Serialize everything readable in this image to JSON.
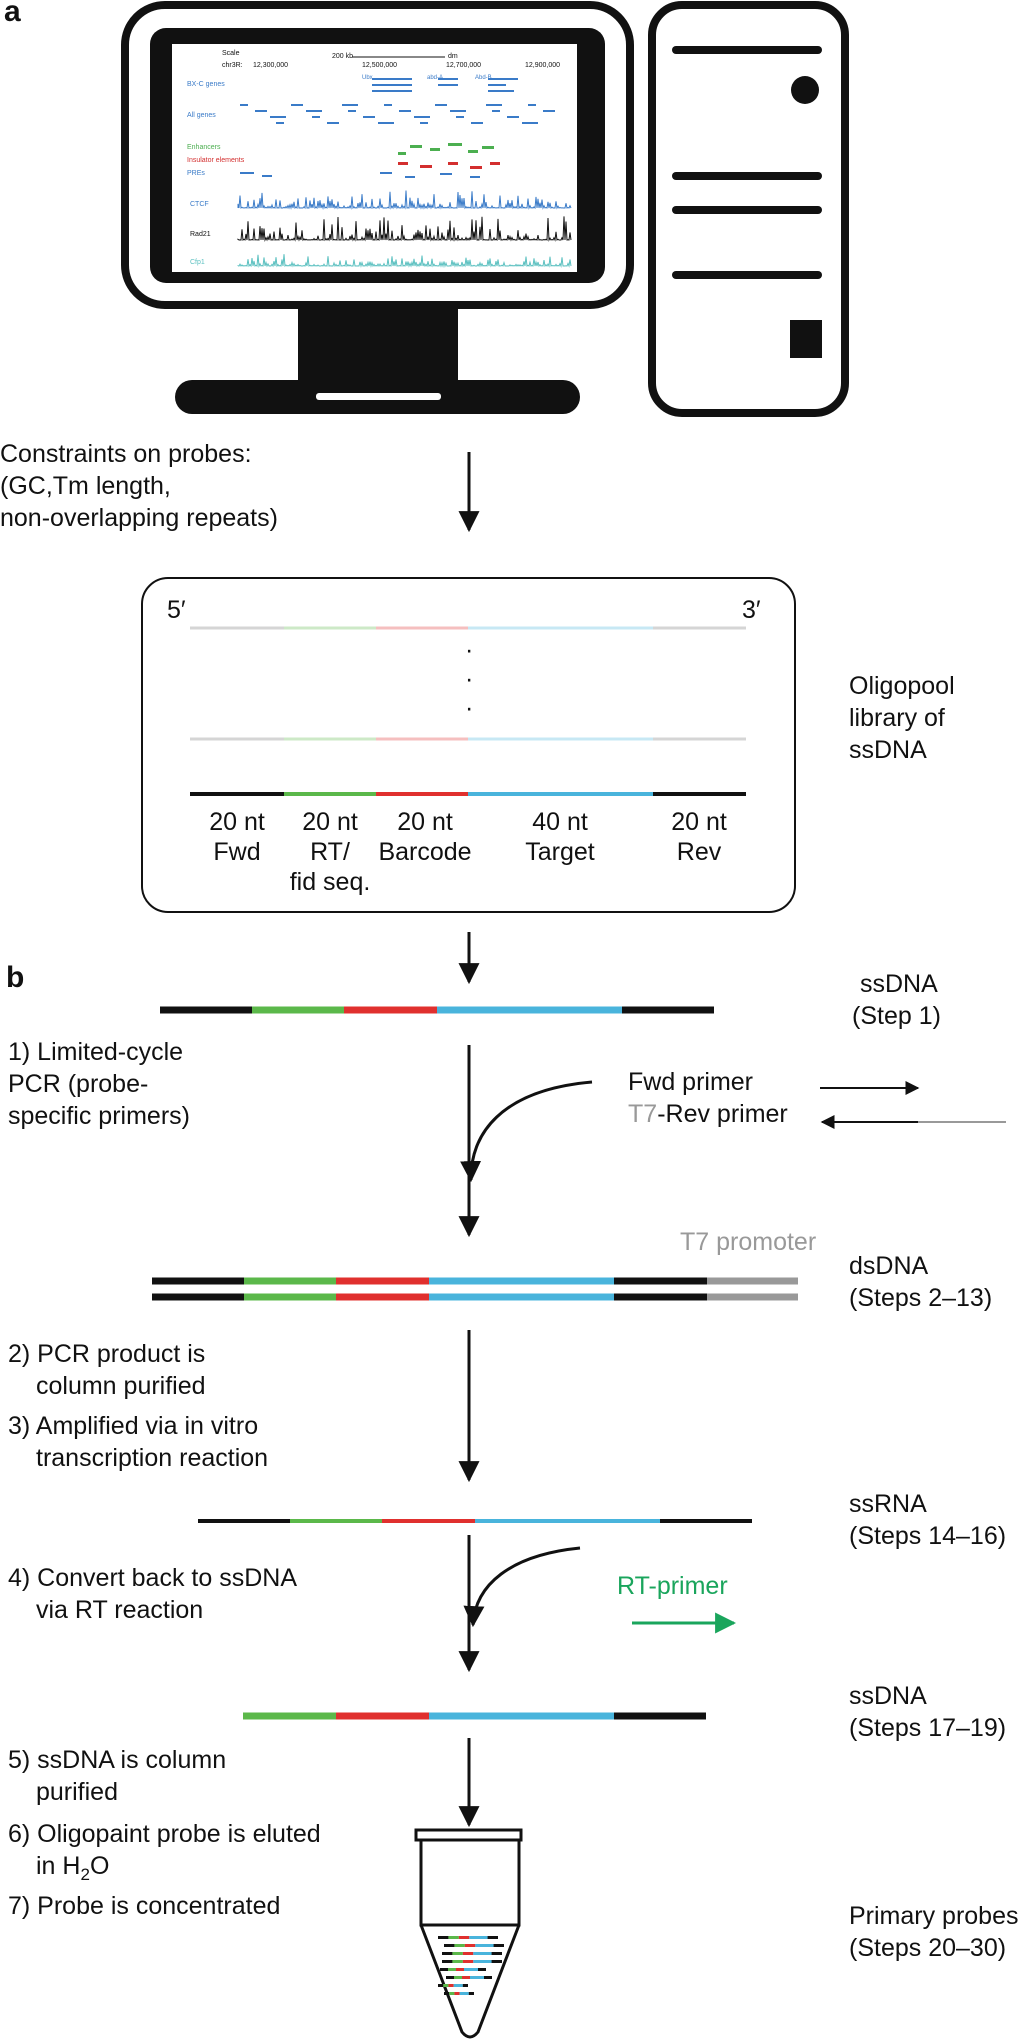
{
  "panels": {
    "a": "a",
    "b": "b"
  },
  "screen": {
    "scale_label": "Scale",
    "scale_value": "200 kb",
    "scale_unit": "dm",
    "chrom_label": "chr3R:",
    "pos1": "12,300,000",
    "pos2": "12,500,000",
    "pos3": "12,700,000",
    "pos4": "12,900,000",
    "tracks": [
      "BX-C genes",
      "All genes",
      "Enhancers",
      "Insulator elements",
      "PREs",
      "CTCF",
      "Rad21",
      "Cfp1"
    ],
    "genes": [
      "Ubx",
      "abd-A",
      "Abd-B"
    ]
  },
  "constraints": [
    "Constraints on probes:",
    "(GC,Tm length,",
    "non-overlapping repeats)"
  ],
  "oligo_box": {
    "five_prime": "5′",
    "three_prime": "3′",
    "ellipsis": [
      "·",
      "·",
      "·"
    ],
    "segments": [
      {
        "l1": "20 nt",
        "l2": "Fwd",
        "l3": ""
      },
      {
        "l1": "20 nt",
        "l2": "RT/",
        "l3": "fid seq."
      },
      {
        "l1": "20 nt",
        "l2": "Barcode",
        "l3": ""
      },
      {
        "l1": "40 nt",
        "l2": "Target",
        "l3": ""
      },
      {
        "l1": "20 nt",
        "l2": "Rev",
        "l3": ""
      }
    ],
    "side_label": [
      "Oligopool",
      "library of",
      "ssDNA"
    ]
  },
  "steps_left": {
    "s1": [
      "1) Limited-cycle",
      "PCR (probe-",
      "specific primers)"
    ],
    "s2": [
      "2) PCR product is",
      "column purified"
    ],
    "s3": [
      "3) Amplified via in vitro",
      "transcription reaction"
    ],
    "s4": [
      "4) Convert back to ssDNA",
      "via RT reaction"
    ],
    "s5": [
      "5) ssDNA is column",
      "purified"
    ],
    "s6_line1": "6) Oligopaint probe is eluted",
    "s6_line2_pre": "in H",
    "s6_sub": "2",
    "s6_line2_post": "O",
    "s7": "7) Probe is concentrated"
  },
  "primers": {
    "fwd": "Fwd primer",
    "t7": "T7",
    "rev": "-Rev primer",
    "t7_promoter": "T7 promoter",
    "rt_primer": "RT-primer"
  },
  "right_labels": {
    "r1": [
      "ssDNA",
      "(Step 1)"
    ],
    "r2": [
      "dsDNA",
      "(Steps 2–13)"
    ],
    "r3": [
      "ssRNA",
      "(Steps 14–16)"
    ],
    "r4": [
      "ssDNA",
      "(Steps 17–19)"
    ],
    "r5": [
      "Primary probes",
      "(Steps 20–30)"
    ]
  },
  "colors": {
    "black": "#111111",
    "green": "#5bb84a",
    "red": "#e0302e",
    "blue": "#49b4dc",
    "grey": "#999999",
    "rt_primer": "#1aa55c",
    "screen_blue": "#3a7bc8",
    "screen_green": "#4caf50",
    "screen_red": "#d32f2f",
    "screen_teal": "#5bc0c0"
  }
}
